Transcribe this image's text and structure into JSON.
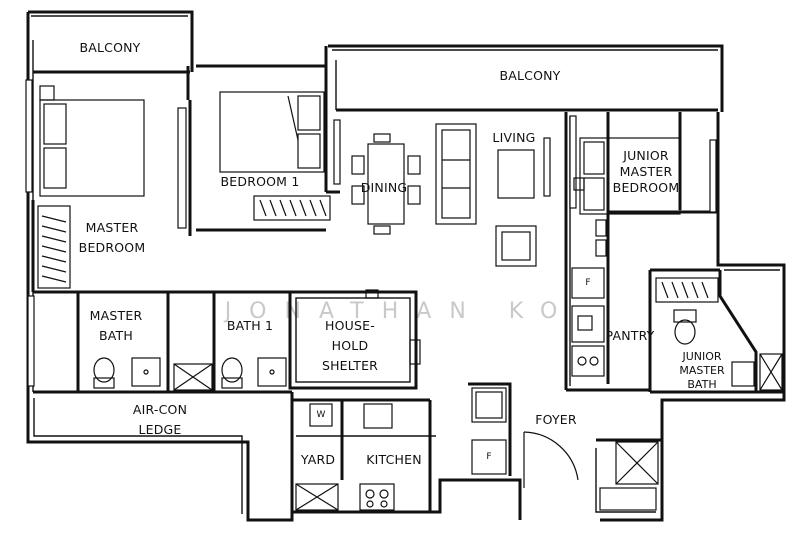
{
  "plan": {
    "rooms": {
      "balcony_left": "BALCONY",
      "balcony_right": "BALCONY",
      "bedroom_1": "BEDROOM 1",
      "dining": "DINING",
      "living": "LIVING",
      "junior_master_bedroom": [
        "JUNIOR",
        "MASTER",
        "BEDROOM"
      ],
      "master_bedroom": [
        "MASTER",
        "BEDROOM"
      ],
      "master_bath": [
        "MASTER",
        "BATH"
      ],
      "bath_1": "BATH 1",
      "household_shelter": [
        "HOUSE-",
        "HOLD",
        "SHELTER"
      ],
      "pantry": "PANTRY",
      "junior_master_bath": [
        "JUNIOR",
        "MASTER",
        "BATH"
      ],
      "aircon_ledge": [
        "AIR-CON",
        "LEDGE"
      ],
      "foyer": "FOYER",
      "yard": "YARD",
      "kitchen": "KITCHEN"
    },
    "fixture_marks": {
      "fridge": "F",
      "washer": "W"
    },
    "watermark": "JONATHAN KO"
  }
}
